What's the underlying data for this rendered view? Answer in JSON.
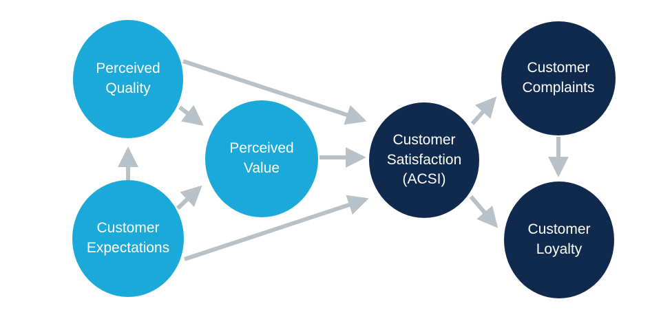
{
  "colors": {
    "light_node": "#1aa9d9",
    "dark_node": "#102a4e",
    "arrow": "#b8c0c8",
    "background": "#ffffff"
  },
  "nodes": {
    "perceived_quality": {
      "line1": "Perceived",
      "line2": "Quality"
    },
    "customer_expectations": {
      "line1": "Customer",
      "line2": "Expectations"
    },
    "perceived_value": {
      "line1": "Perceived",
      "line2": "Value"
    },
    "customer_satisfaction": {
      "line1": "Customer",
      "line2": "Satisfaction",
      "line3": "(ACSI)"
    },
    "customer_complaints": {
      "line1": "Customer",
      "line2": "Complaints"
    },
    "customer_loyalty": {
      "line1": "Customer",
      "line2": "Loyalty"
    }
  },
  "edges": [
    {
      "from": "customer_expectations",
      "to": "perceived_quality"
    },
    {
      "from": "perceived_quality",
      "to": "perceived_value"
    },
    {
      "from": "customer_expectations",
      "to": "perceived_value"
    },
    {
      "from": "perceived_quality",
      "to": "customer_satisfaction"
    },
    {
      "from": "perceived_value",
      "to": "customer_satisfaction"
    },
    {
      "from": "customer_expectations",
      "to": "customer_satisfaction"
    },
    {
      "from": "customer_satisfaction",
      "to": "customer_complaints"
    },
    {
      "from": "customer_satisfaction",
      "to": "customer_loyalty"
    },
    {
      "from": "customer_complaints",
      "to": "customer_loyalty"
    }
  ]
}
